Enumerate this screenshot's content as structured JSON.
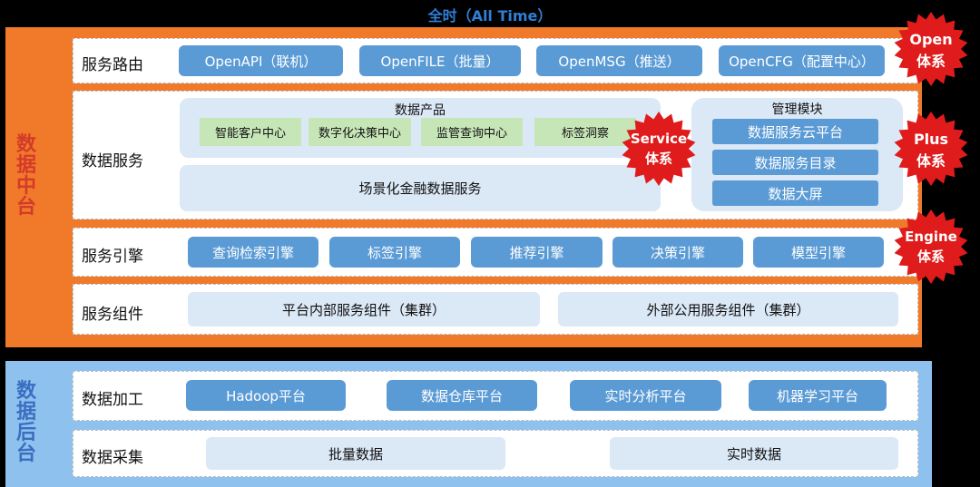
{
  "header": {
    "title": "全时（All Time）"
  },
  "sections": {
    "middle_platform": "数据中台",
    "back_platform": "数据后台"
  },
  "rows": {
    "service_routing": {
      "label": "服务路由",
      "items": [
        "OpenAPI（联机）",
        "OpenFILE（批量）",
        "OpenMSG（推送）",
        "OpenCFG（配置中心）"
      ]
    },
    "data_service": {
      "label": "数据服务",
      "product_title": "数据产品",
      "products": [
        "智能客户中心",
        "数字化决策中心",
        "监管查询中心",
        "标签洞察"
      ],
      "scenario": "场景化金融数据服务",
      "mgmt_title": "管理模块",
      "mgmt_items": [
        "数据服务云平台",
        "数据服务目录",
        "数据大屏"
      ]
    },
    "service_engine": {
      "label": "服务引擎",
      "items": [
        "查询检索引擎",
        "标签引擎",
        "推荐引擎",
        "决策引擎",
        "模型引擎"
      ]
    },
    "service_component": {
      "label": "服务组件",
      "items": [
        "平台内部服务组件（集群）",
        "外部公用服务组件（集群）"
      ]
    },
    "data_processing": {
      "label": "数据加工",
      "items": [
        "Hadoop平台",
        "数据仓库平台",
        "实时分析平台",
        "机器学习平台"
      ]
    },
    "data_collection": {
      "label": "数据采集",
      "items": [
        "批量数据",
        "实时数据"
      ]
    }
  },
  "badges": {
    "open": {
      "line1": "Open",
      "line2": "体系"
    },
    "service": {
      "line1": "Service",
      "line2": "体系"
    },
    "plus": {
      "line1": "Plus",
      "line2": "体系"
    },
    "engine": {
      "line1": "Engine",
      "line2": "体系"
    }
  },
  "colors": {
    "orange_band": "#f07a2a",
    "blue_band": "#8fc1ee",
    "button_blue": "#5b9bd5",
    "badge_red": "#e01b1b",
    "title_blue": "#2f7fd6"
  }
}
